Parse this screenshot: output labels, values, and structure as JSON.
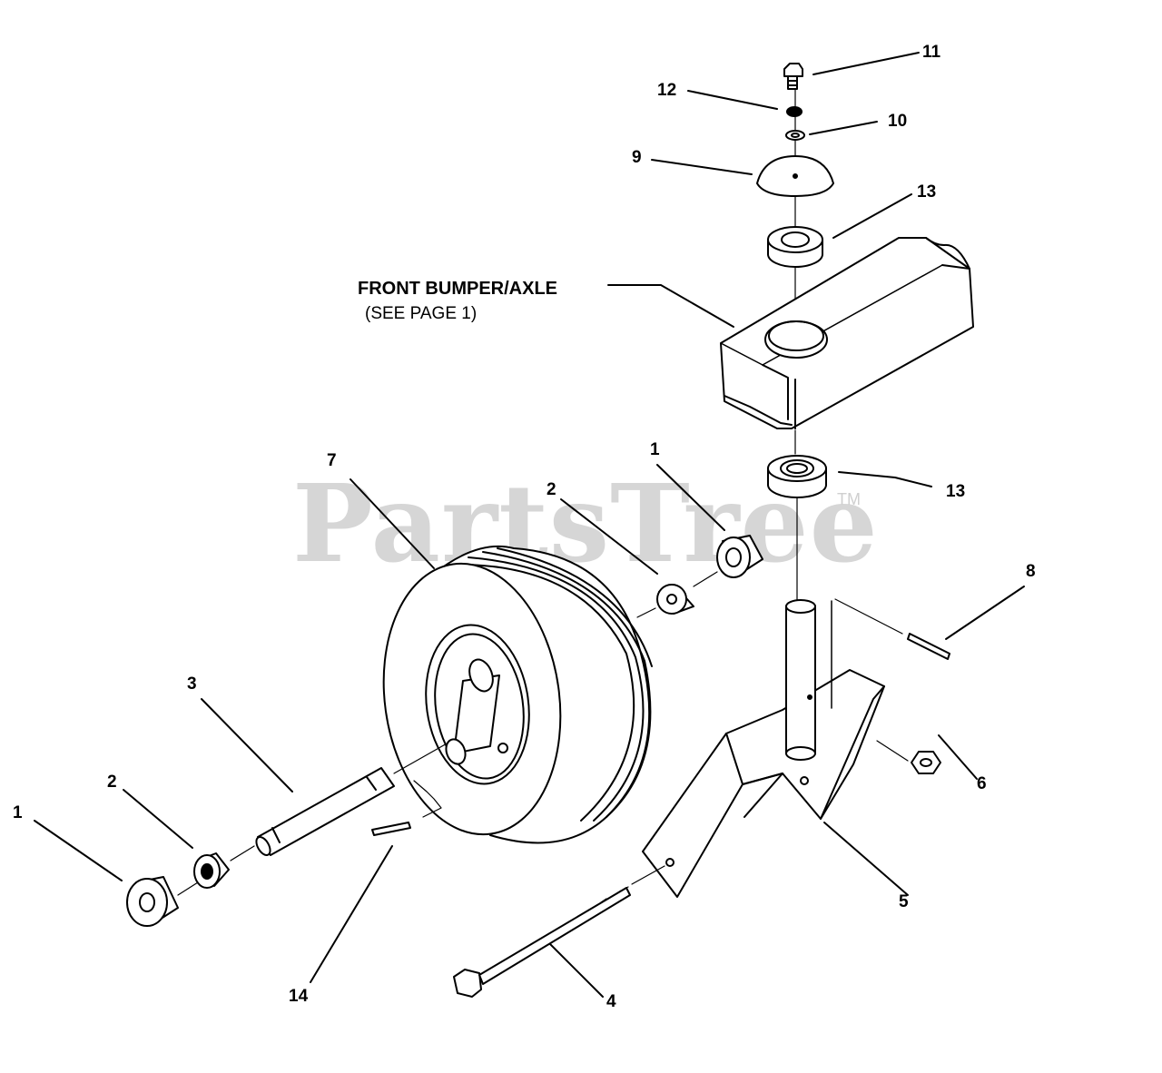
{
  "watermark": {
    "text": "PartsTree",
    "tm": "TM"
  },
  "assembly_label": {
    "line1": "FRONT BUMPER/AXLE",
    "line2": "(SEE PAGE 1)"
  },
  "callouts": {
    "c11": "11",
    "c12": "12",
    "c10": "10",
    "c9": "9",
    "c13_top": "13",
    "c13_bottom": "13",
    "c7": "7",
    "c1_right": "1",
    "c2_right": "2",
    "c8": "8",
    "c3": "3",
    "c2_left": "2",
    "c1_left": "1",
    "c6": "6",
    "c5": "5",
    "c14": "14",
    "c4": "4"
  }
}
